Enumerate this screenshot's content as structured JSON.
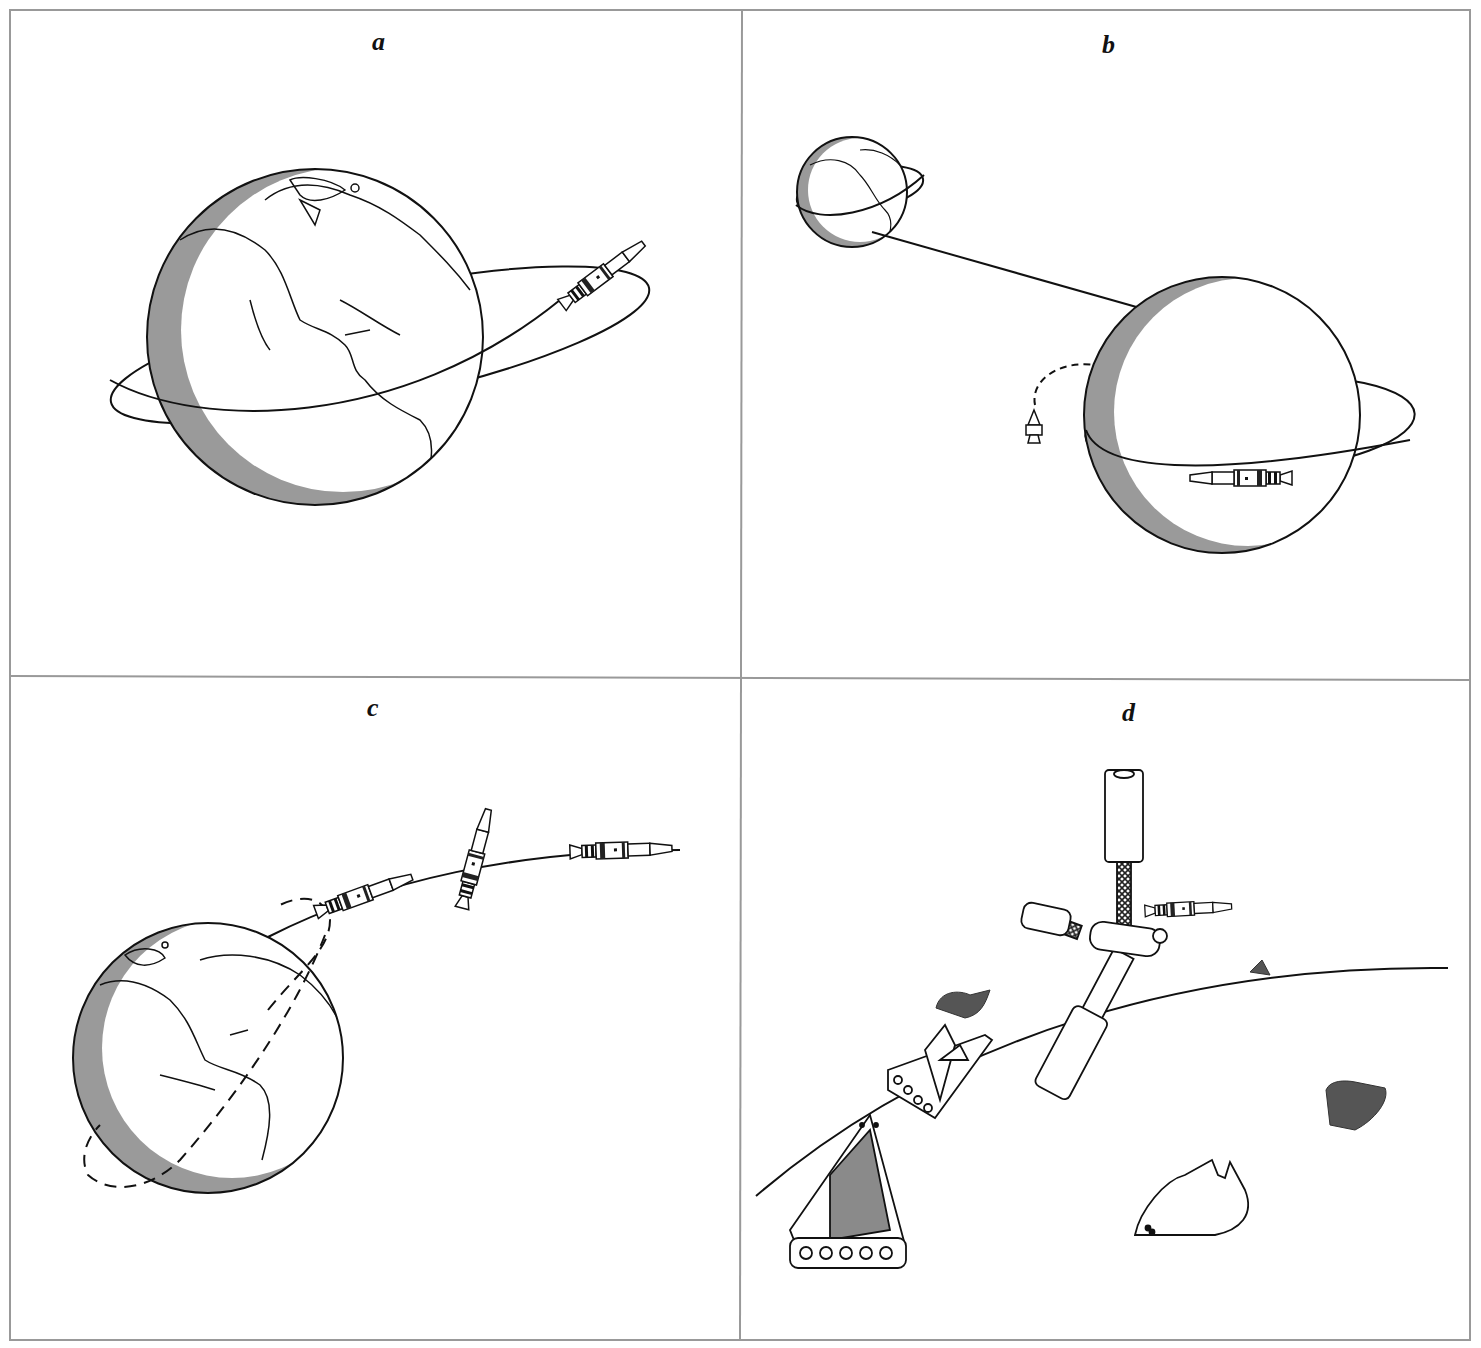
{
  "diagram": {
    "labels": [
      "a",
      "b",
      "c",
      "d"
    ]
  }
}
